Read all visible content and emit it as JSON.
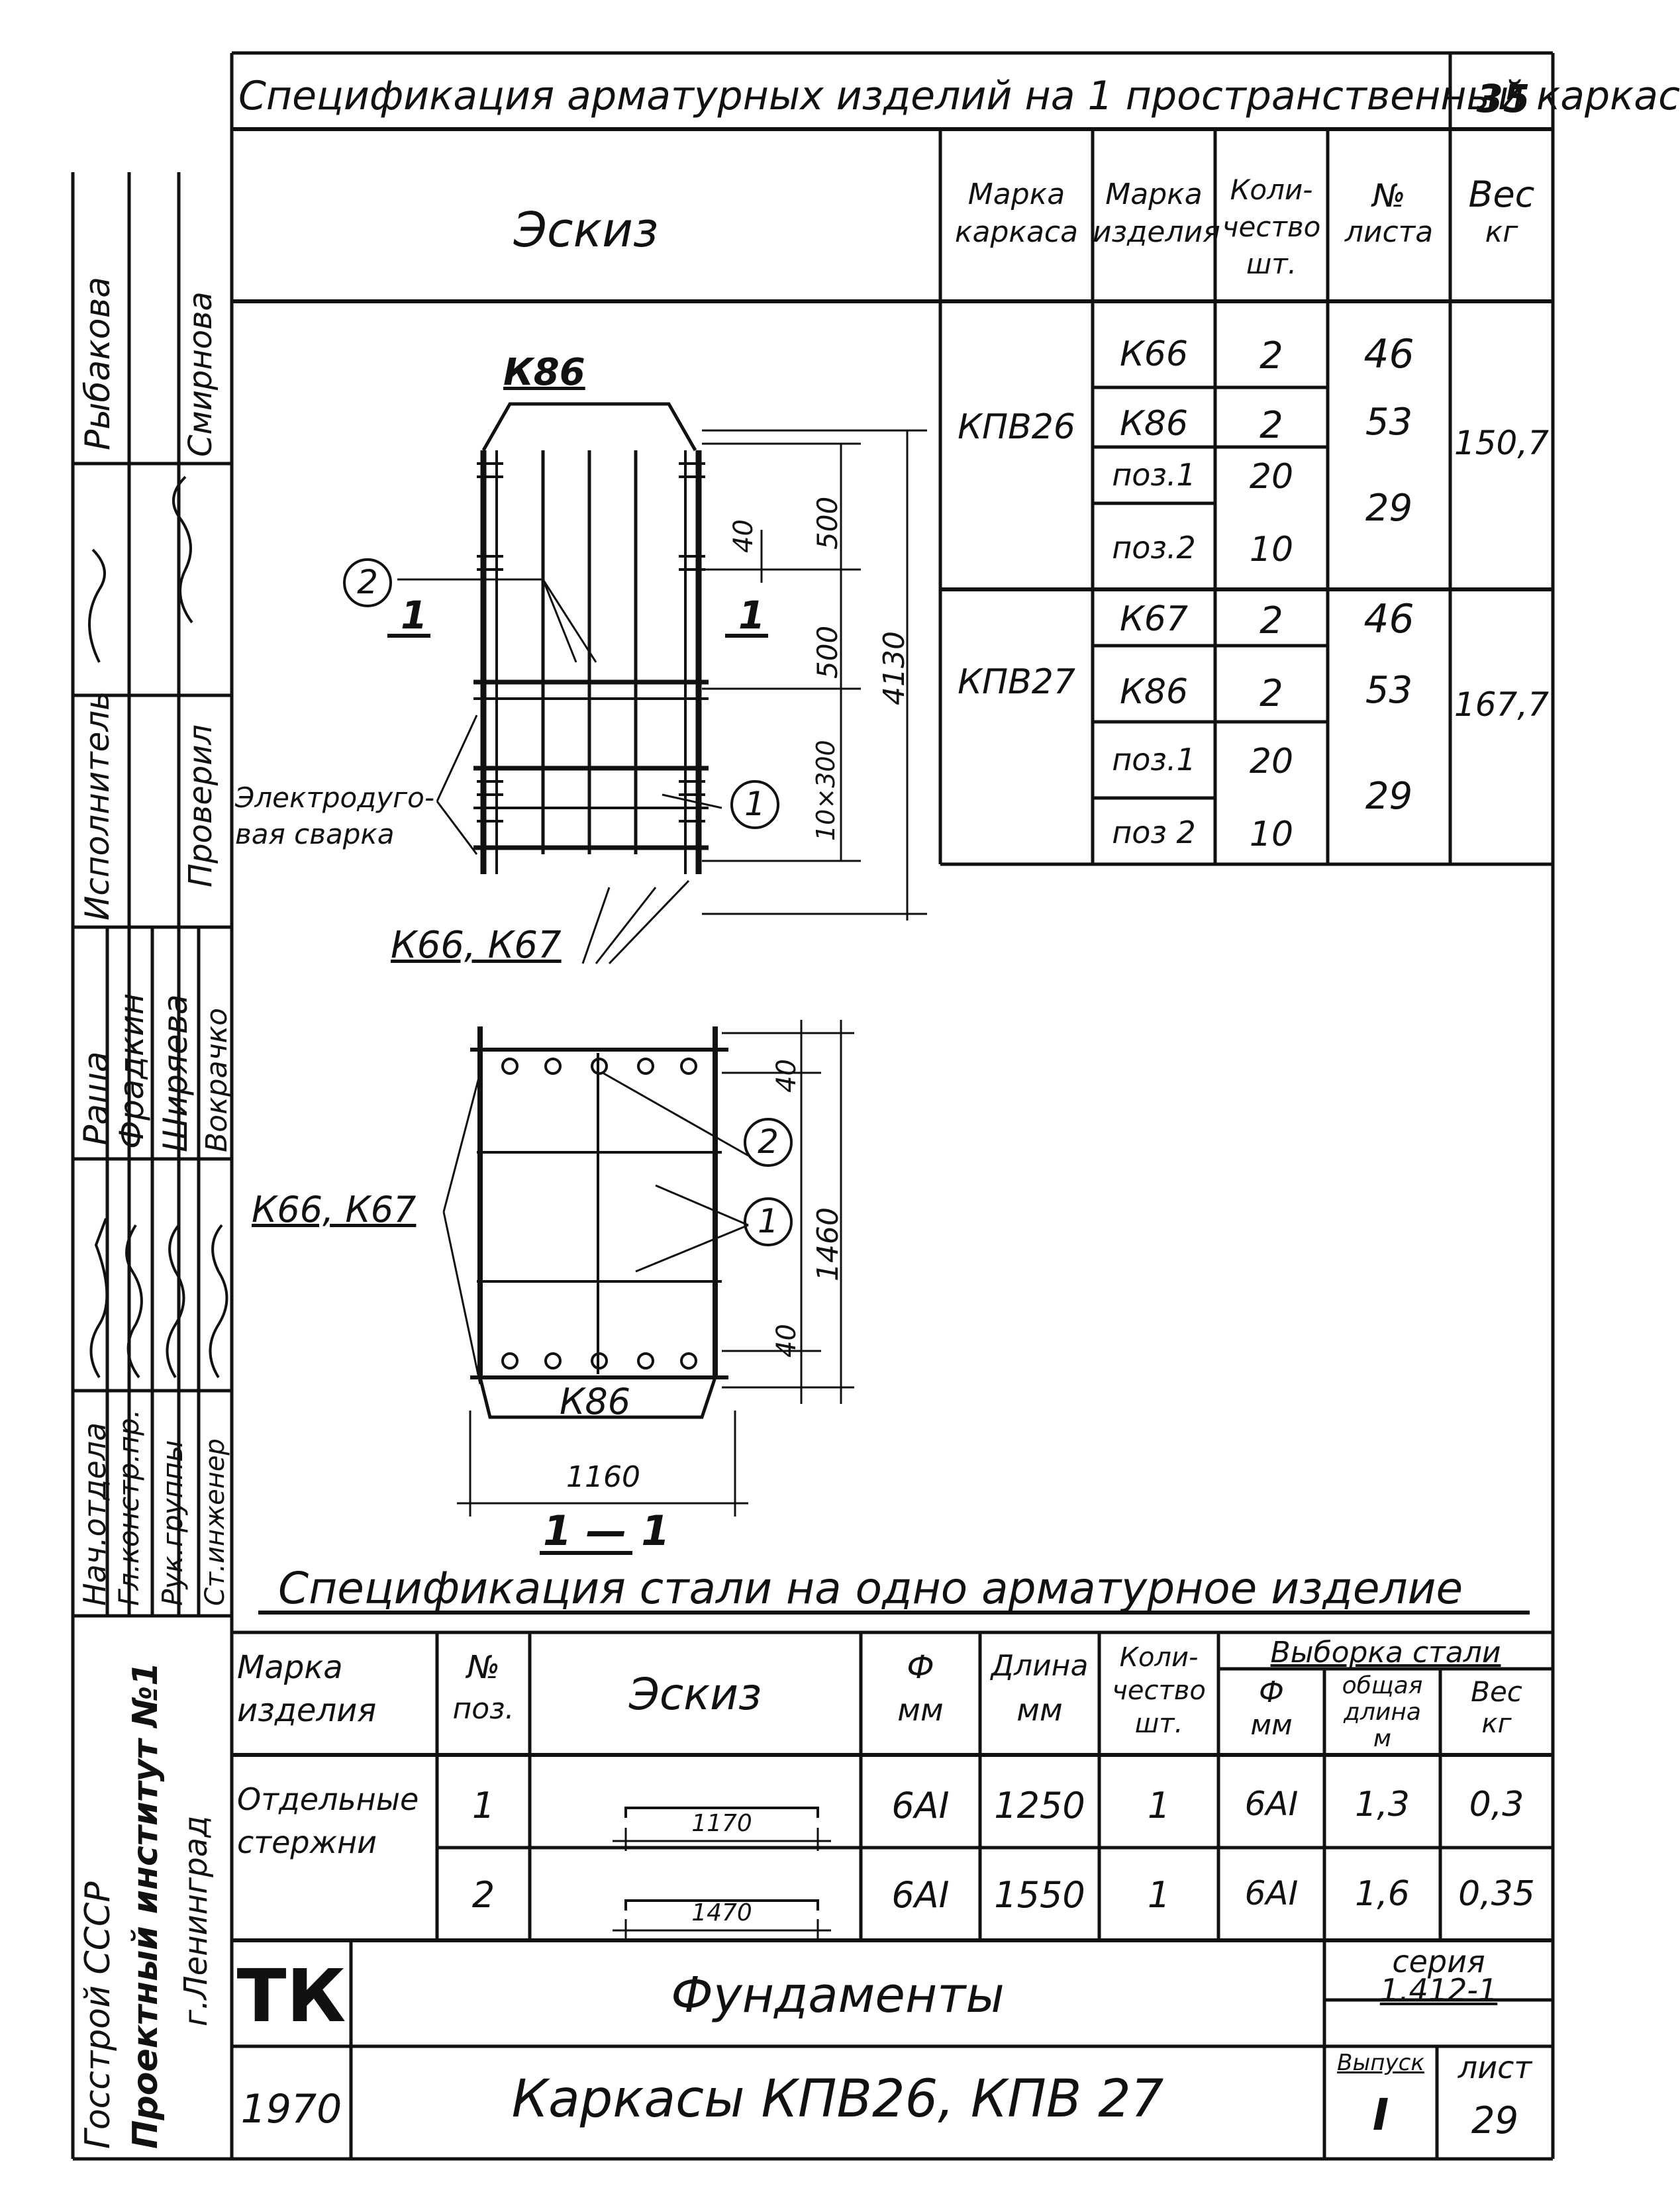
{
  "page_number": "35",
  "top_title": "Спецификация арматурных изделий на 1 пространственный каркас",
  "top_table": {
    "headers": {
      "sketch": "Эскиз",
      "frame_mark": [
        "Марка",
        "каркаса"
      ],
      "item_mark": [
        "Марка",
        "изделия"
      ],
      "quantity": [
        "Коли-",
        "чество",
        "шт."
      ],
      "sheet_no": [
        "№",
        "листа"
      ],
      "weight": [
        "Вес",
        "кг"
      ]
    },
    "groups": [
      {
        "frame": "КПВ26",
        "weight": "150,7",
        "rows": [
          {
            "item": "К66",
            "qty": "2",
            "sheet": "46"
          },
          {
            "item": "К86",
            "qty": "2",
            "sheet": "53"
          },
          {
            "item": "поз.1",
            "qty": "20",
            "sheet": "29"
          },
          {
            "item": "поз.2",
            "qty": "10",
            "sheet": ""
          }
        ]
      },
      {
        "frame": "КПВ27",
        "weight": "167,7",
        "rows": [
          {
            "item": "К67",
            "qty": "2",
            "sheet": "46"
          },
          {
            "item": "К86",
            "qty": "2",
            "sheet": "53"
          },
          {
            "item": "поз.1",
            "qty": "20",
            "sheet": "29"
          },
          {
            "item": "поз 2",
            "qty": "10",
            "sheet": ""
          }
        ]
      }
    ]
  },
  "sketch_labels": {
    "k86_top": "К86",
    "marker_2": "2",
    "section_left": "1",
    "section_right": "1",
    "dim_40": "40",
    "dim_500a": "500",
    "dim_500b": "500",
    "dim_4130": "4130",
    "dim_10x300": "10×300",
    "marker_1": "1",
    "welding": [
      "Электродуго-",
      "вая сварка"
    ],
    "k66_k67_bottom": "К66, К67",
    "k66_k67_side": "К66, К67",
    "marker_2b": "2",
    "marker_1b": "1",
    "dim_40_top": "40",
    "dim_1460": "1460",
    "dim_40_bottom": "40",
    "k86_bottom": "К86",
    "dim_1160": "1160",
    "section_title": "1 — 1"
  },
  "side_stamp": {
    "roles": [
      "Нач.отдела",
      "Гл.констр.пр.",
      "Рук.группы",
      "Ст.инженер"
    ],
    "names": [
      "Раша",
      "Фрадкин",
      "Ширяева",
      "Вокрачко"
    ],
    "exec_roles": [
      "Исполнитель",
      "Проверил"
    ],
    "exec_names": [
      "Рыбакова",
      "Смирнова"
    ],
    "org": [
      "Госстрой СССР",
      "Проектный институт №1",
      "г.Ленинград"
    ]
  },
  "steel_spec": {
    "title": "Спецификация стали на одно арматурное изделие",
    "headers": {
      "item_mark": [
        "Марка",
        "изделия"
      ],
      "pos": [
        "№",
        "поз."
      ],
      "sketch": "Эскиз",
      "diameter": [
        "Ф",
        "мм"
      ],
      "length": [
        "Длина",
        "мм"
      ],
      "quantity": [
        "Коли-",
        "чество",
        "шт."
      ],
      "selection": "Выборка стали",
      "sel_diameter": [
        "Ф",
        "мм"
      ],
      "sel_total_length": [
        "общая",
        "длина",
        "м"
      ],
      "sel_weight": [
        "Вес",
        "кг"
      ]
    },
    "group_label": [
      "Отдельные",
      "стержни"
    ],
    "rows": [
      {
        "pos": "1",
        "sketch_dim": "1170",
        "diameter": "6AI",
        "length": "1250",
        "qty": "1",
        "sel_d": "6AI",
        "total_len": "1,3",
        "weight": "0,3"
      },
      {
        "pos": "2",
        "sketch_dim": "1470",
        "diameter": "6AI",
        "length": "1550",
        "qty": "1",
        "sel_d": "6AI",
        "total_len": "1,6",
        "weight": "0,35"
      }
    ]
  },
  "title_block": {
    "code": "ТК",
    "year": "1970",
    "subject": "Фундаменты",
    "drawing_title": "Каркасы  КПВ26, КПВ 27",
    "series_label": "серия",
    "series_value": "1.412-1",
    "issue_label": "Выпуск",
    "issue_value": "I",
    "sheet_label": "лист",
    "sheet_value": "29"
  }
}
